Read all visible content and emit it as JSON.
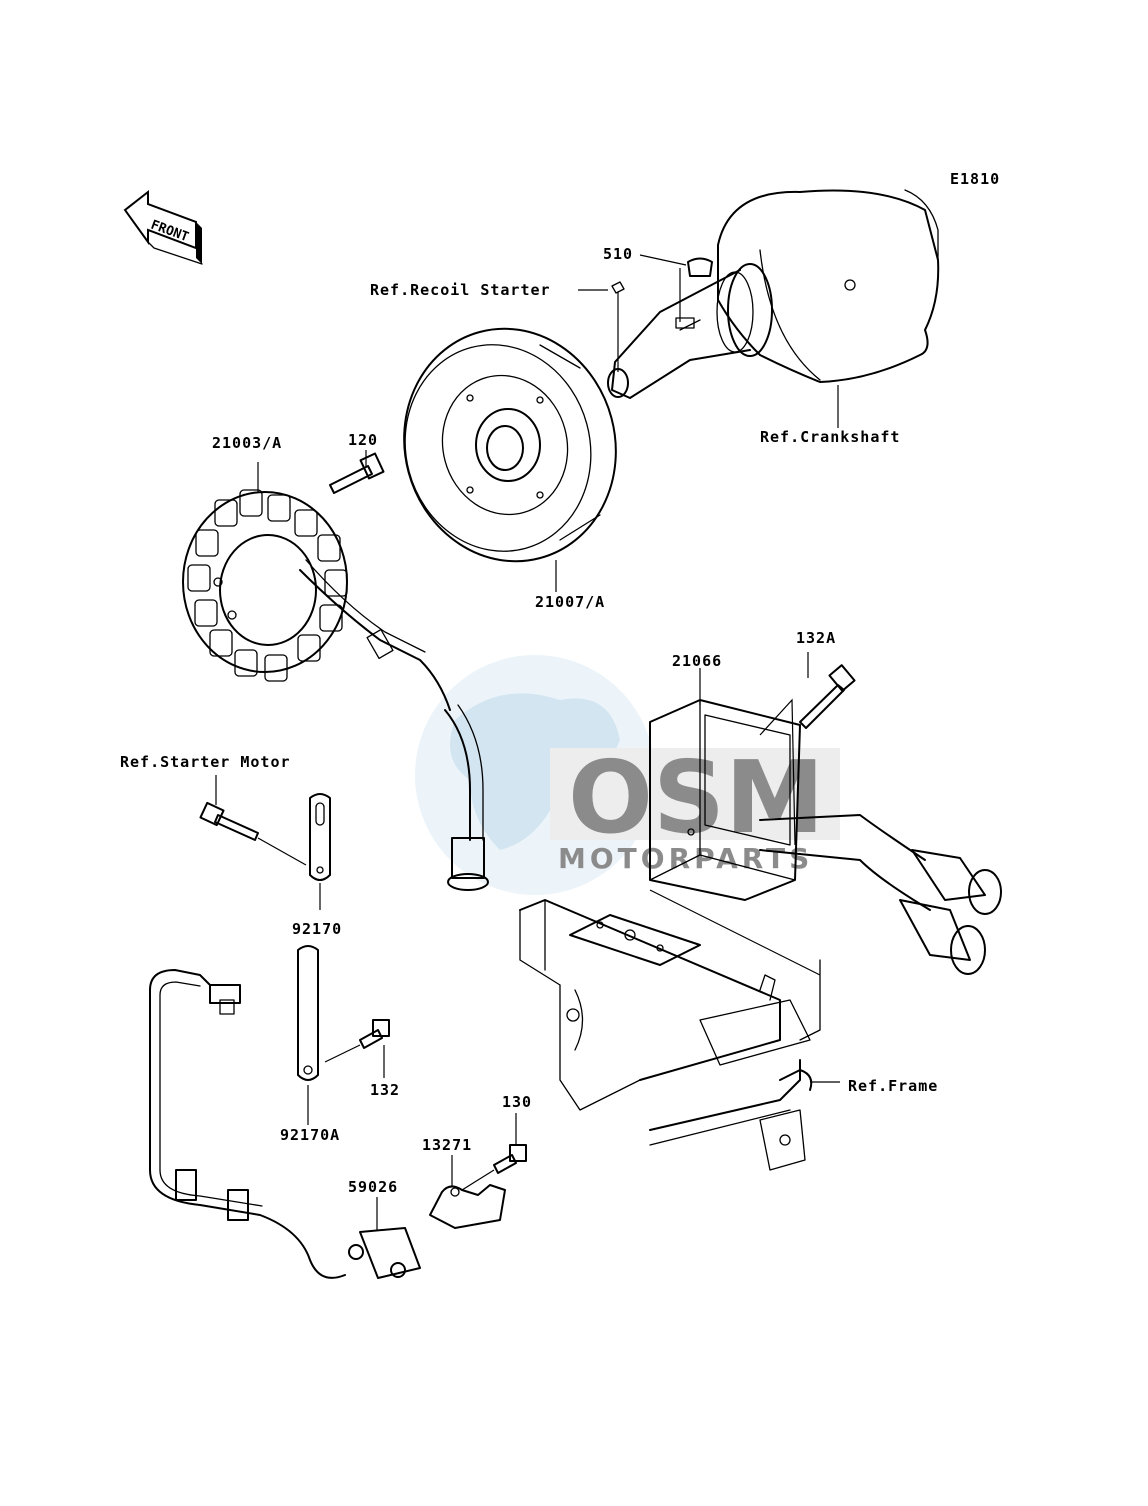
{
  "diagram_code": "E1810",
  "front_label": "FRONT",
  "labels": {
    "p510": "510",
    "ref_recoil": "Ref.Recoil Starter",
    "ref_crankshaft": "Ref.Crankshaft",
    "p120": "120",
    "p21003": "21003/A",
    "p21007": "21007/A",
    "p21066": "21066",
    "p132A": "132A",
    "ref_starter_motor": "Ref.Starter Motor",
    "p92170": "92170",
    "p92170A": "92170A",
    "p132": "132",
    "p130": "130",
    "p13271": "13271",
    "p59026": "59026",
    "ref_frame": "Ref.Frame"
  },
  "watermark": {
    "brand": "OSM",
    "sub": "MOTORPARTS",
    "color": "#7fb6da"
  }
}
